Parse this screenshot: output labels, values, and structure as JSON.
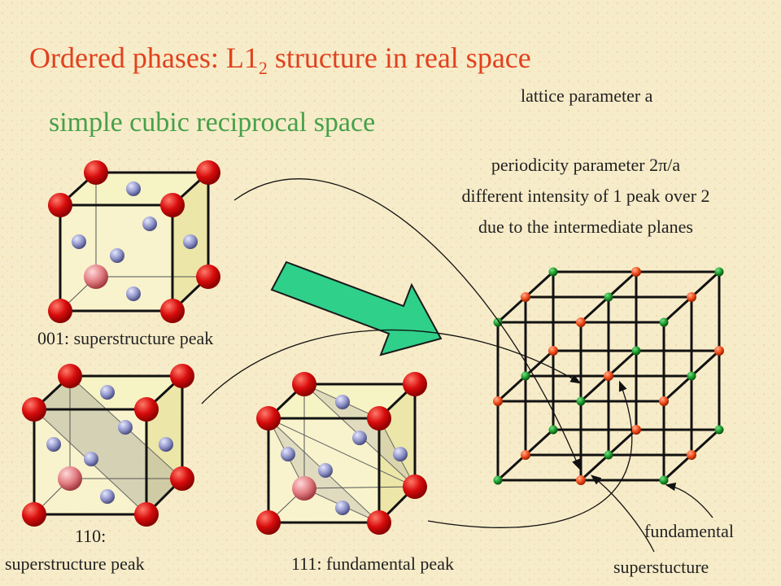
{
  "title_main": "Ordered phases: L1",
  "title_sub": "2",
  "title_rest": " structure in real space",
  "subtitle": "simple cubic reciprocal space",
  "lattice_text": "lattice parameter a",
  "periodicity_text": "periodicity parameter 2π/a",
  "intensity_text": "different intensity of 1 peak over 2",
  "planes_text": "due to the intermediate planes",
  "label_001": "001: superstructure peak",
  "label_110_line1": "110:",
  "label_110_line2": "superstructure peak",
  "label_111": "111: fundamental peak",
  "label_fundamental": "fundamental",
  "label_superstucture": "superstucture",
  "colors": {
    "title": "#e1411e",
    "subtitle": "#46a04a",
    "arrow": "#2fd08a",
    "atom_red": "#d80c0c",
    "atom_blue": "#8f93c8",
    "node_orange": "#f04a18",
    "node_green": "#1a9a2a",
    "cube_face": "#f4f0b8"
  }
}
